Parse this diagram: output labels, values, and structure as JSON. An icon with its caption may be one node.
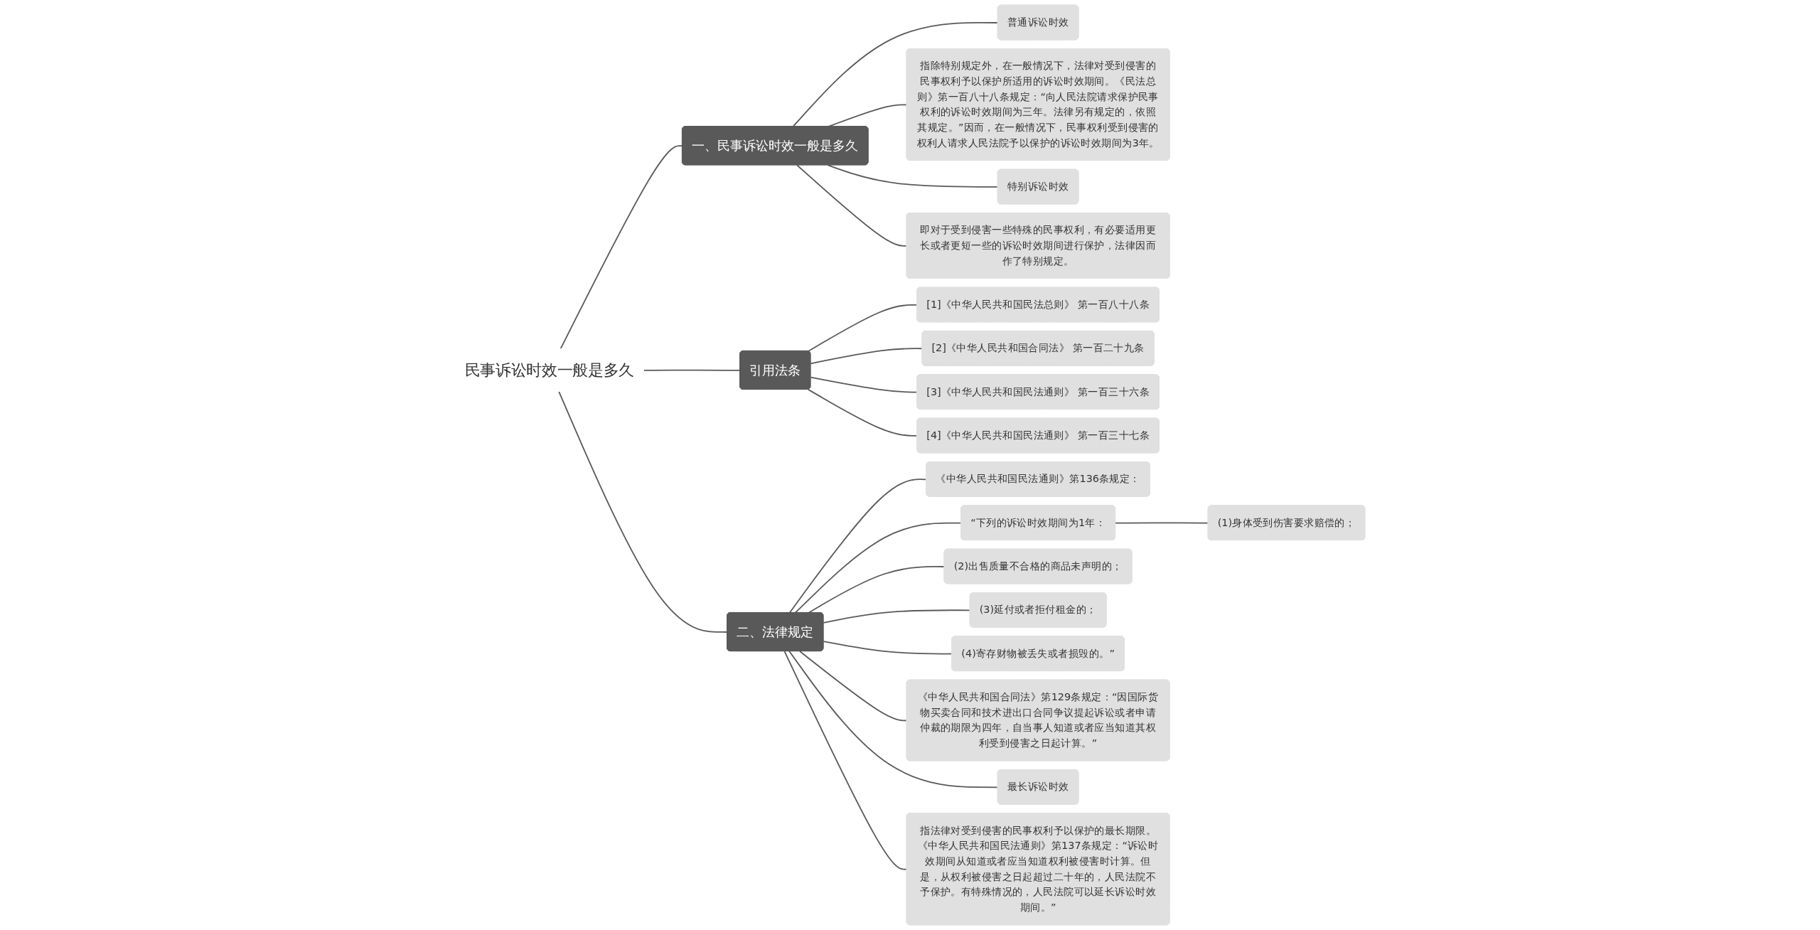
{
  "diagram": {
    "nodes": [
      {
        "text": [
          "民事诉讼时效一般是多久"
        ]
      },
      {
        "text": [
          "一、民事诉讼时效一般是多久"
        ]
      },
      {
        "text": [
          "普通诉讼时效"
        ]
      },
      {
        "text": [
          "指除特别规定外，在一般情况下，法律对受到侵害的民事权利予以保护所适用的诉讼时效期间。《民法总则》第一百八十八条规定：“向人民法院请求保护民事权利的诉讼时效期间为三年。法律另有规定的，依照其规定。”因而，在一般情况下，民事权利受到侵害的权利人请求人民法院予以保护的诉讼时效期间为3年。"
        ]
      },
      {
        "text": [
          "特别诉讼时效"
        ]
      },
      {
        "text": [
          "即对于受到侵害一些特殊的民事权利，有必要适用更长或者更短一些的诉讼时效期间进行保护，法律因而作了特别规定。"
        ]
      },
      {
        "text": [
          "引用法条"
        ]
      },
      {
        "text": [
          "[1]《中华人民共和国民法总则》 第一百八十八条"
        ]
      },
      {
        "text": [
          "[2]《中华人民共和国合同法》 第一百二十九条"
        ]
      },
      {
        "text": [
          "[3]《中华人民共和国民法通则》 第一百三十六条"
        ]
      },
      {
        "text": [
          "[4]《中华人民共和国民法通则》 第一百三十七条"
        ]
      },
      {
        "text": [
          "二、法律规定"
        ]
      },
      {
        "text": [
          "《中华人民共和国民法通则》第136条规定："
        ]
      },
      {
        "text": [
          "“下列的诉讼时效期间为1年："
        ]
      },
      {
        "text": [
          "(1)身体受到伤害要求赔偿的；"
        ]
      },
      {
        "text": [
          "(2)出售质量不合格的商品未声明的；"
        ]
      },
      {
        "text": [
          "(3)延付或者拒付租金的；"
        ]
      },
      {
        "text": [
          "(4)寄存财物被丢失或者损毁的。”"
        ]
      },
      {
        "text": [
          "《中华人民共和国合同法》第129条规定：“因国际货物买卖合同和技术进出口合同争议提起诉讼或者申请仲裁的期限为四年，自当事人知道或者应当知道其权利受到侵害之日起计算。”"
        ]
      },
      {
        "text": [
          "最长诉讼时效"
        ]
      },
      {
        "text": [
          "指法律对受到侵害的民事权利予以保护的最长期限。《中华人民共和国民法通则》第137条规定：“诉讼时效期间从知道或者应当知道权利被侵害时计算。但是，从权利被侵害之日起超过二十年的，人民法院不予保护。有特殊情况的，人民法院可以延长诉讼时效期间。”"
        ]
      }
    ],
    "edges": [
      {
        "from": 0,
        "to": 1,
        "arrow": "none"
      },
      {
        "from": 1,
        "to": 2,
        "arrow": "none"
      },
      {
        "from": 1,
        "to": 3,
        "arrow": "none"
      },
      {
        "from": 1,
        "to": 4,
        "arrow": "none"
      },
      {
        "from": 1,
        "to": 5,
        "arrow": "none"
      },
      {
        "from": 0,
        "to": 6,
        "arrow": "none"
      },
      {
        "from": 6,
        "to": 7,
        "arrow": "none"
      },
      {
        "from": 6,
        "to": 8,
        "arrow": "none"
      },
      {
        "from": 6,
        "to": 9,
        "arrow": "none"
      },
      {
        "from": 6,
        "to": 10,
        "arrow": "none"
      },
      {
        "from": 0,
        "to": 11,
        "arrow": "none"
      },
      {
        "from": 11,
        "to": 12,
        "arrow": "none"
      },
      {
        "from": 11,
        "to": 13,
        "arrow": "none"
      },
      {
        "from": 13,
        "to": 14,
        "arrow": "none"
      },
      {
        "from": 11,
        "to": 15,
        "arrow": "none"
      },
      {
        "from": 11,
        "to": 16,
        "arrow": "none"
      },
      {
        "from": 11,
        "to": 17,
        "arrow": "none"
      },
      {
        "from": 11,
        "to": 18,
        "arrow": "none"
      },
      {
        "from": 11,
        "to": 19,
        "arrow": "none"
      },
      {
        "from": 11,
        "to": 20,
        "arrow": "none"
      }
    ]
  }
}
